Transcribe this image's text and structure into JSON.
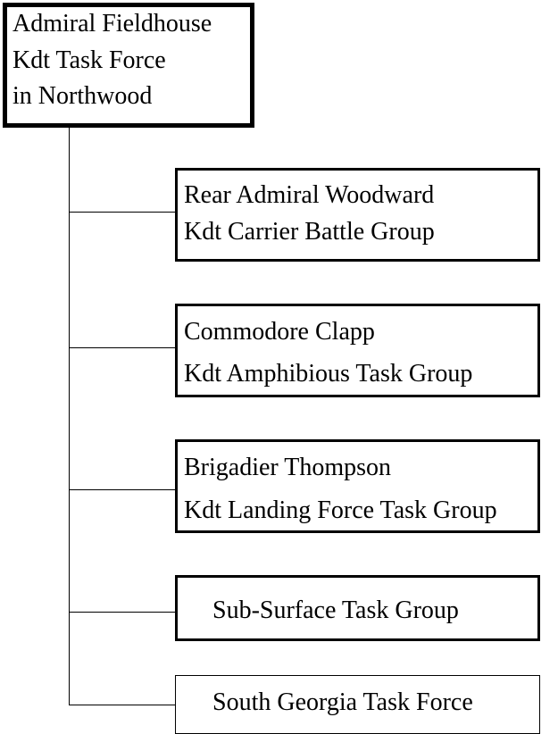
{
  "root": {
    "lines": [
      "Admiral Fieldhouse",
      "Kdt Task Force",
      "in Northwood"
    ]
  },
  "children": [
    {
      "lines": [
        "Rear Admiral Woodward",
        "Kdt Carrier Battle Group"
      ]
    },
    {
      "lines": [
        "Commodore Clapp",
        "Kdt Amphibious Task Group"
      ]
    },
    {
      "lines": [
        "Brigadier Thompson",
        "Kdt Landing Force Task Group"
      ]
    },
    {
      "lines": [
        "Sub-Surface Task Group"
      ]
    },
    {
      "lines": [
        "South Georgia Task Force"
      ]
    }
  ]
}
